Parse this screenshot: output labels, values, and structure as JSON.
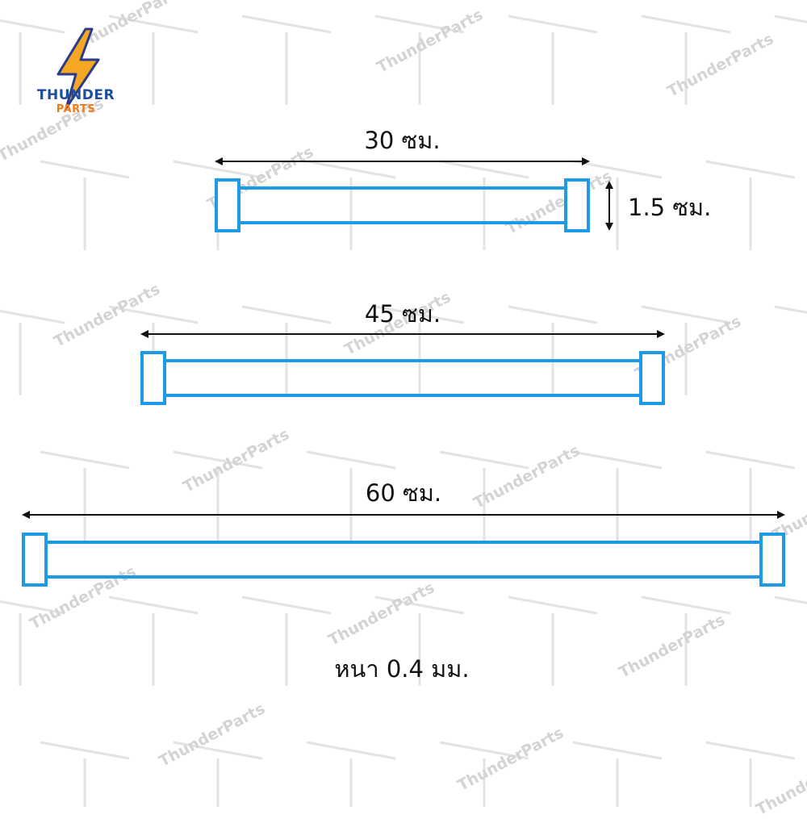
{
  "brand": {
    "name_line1": "THUNDER",
    "name_line2": "PARTS",
    "watermark": "ThunderParts",
    "colors": {
      "blue": "#1f4f9c",
      "orange": "#f07a1a",
      "bolt_fill": "#f5a623",
      "bolt_stroke": "#2b3a8c"
    }
  },
  "diagram": {
    "bar_color": "#1e9be6",
    "bars": [
      {
        "length_label": "30 ซม."
      },
      {
        "length_label": "45 ซม."
      },
      {
        "length_label": "60 ซม."
      }
    ],
    "height_label": "1.5 ซม.",
    "thickness_label": "หนา 0.4 มม."
  }
}
